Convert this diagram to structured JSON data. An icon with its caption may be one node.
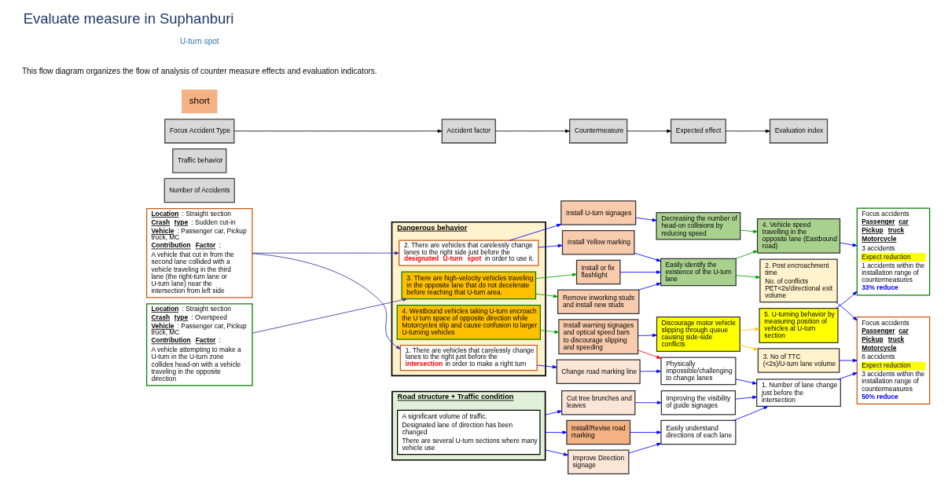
{
  "diagram": {
    "title": "Evaluate measure in Suphanburi",
    "nodes": [
      {
        "text": [
          "Focus Accident Type"
        ]
      },
      {
        "text": [
          "Accident factor"
        ]
      },
      {
        "text": [
          "Countermeasure"
        ]
      },
      {
        "text": [
          "Expected effect"
        ]
      },
      {
        "text": [
          "Evaluation index"
        ]
      },
      {
        "text": [
          "Traffic behavior"
        ]
      },
      {
        "text": [
          "Number of Accidents"
        ]
      },
      {
        "text": [
          "**Location**: Straight section",
          "**Crash type**: Sudden cut-in",
          "**Vehicle**: Passenger car, Pickup truck, MC",
          "**Contribution Factor**:",
          "A vehicle that cut in from the second lane collided with a vehicle traveling in the third lane (the right-turn lane or U-turn lane) near the intersection from left side"
        ]
      },
      {
        "text": [
          "**Location**: Straight section",
          "**Crash type**: Overspeed",
          "**Vehicle**: Passenger car, Pickup truck, MC",
          "**Contribution Factor**:",
          "A vehicle attempting to make a U-turn in the U-turn zone collides head-on with a vehicle traveling in the opposite direction"
        ]
      },
      {
        "text": [
          "Road structure + Traffic condition"
        ]
      },
      {
        "text": [
          "A significant volume of traffic.",
          "Designated lane of direction has been changed",
          "There are several U-turn sections where many vehicle use"
        ],
        "in": 9
      },
      {
        "text": [
          "Dangerous behavior"
        ]
      },
      {
        "text": [
          "1. There are vehicles that carelessly change lanes to the right just before the **intersection** in order to make a right turn"
        ],
        "in": 11
      },
      {
        "text": [
          "2. There are vehicles that carelessly change lanes to the right side just before the **designated U-turn spot** in order to use it."
        ],
        "in": 11
      },
      {
        "text": [
          "3. There are high-velocity vehicles traveling in the opposite lane that do not decelerate before reaching that U-turn area."
        ],
        "in": 11
      },
      {
        "text": [
          "4. Westbound vehicles taking U-turn encroach the U turn space of opposite direction while Motorcycles slip and cause confusion to larger U-turning vehicles"
        ],
        "in": 11
      },
      {
        "text": [
          "Improve Direction signage"
        ]
      },
      {
        "text": [
          "Install/Revise road marking"
        ]
      },
      {
        "text": [
          "Cut tree brunches  and leaves"
        ]
      },
      {
        "text": [
          "Change road marking line"
        ]
      },
      {
        "text": [
          "Install Yellow marking"
        ]
      },
      {
        "text": [
          "Install or fix flashlight"
        ]
      },
      {
        "text": [
          "Remove inworking studs and install new studs"
        ]
      },
      {
        "text": [
          "Install U-turn signages"
        ]
      },
      {
        "text": [
          "Install warning signages and optical speed bars to discourage slipping and speeding"
        ]
      },
      {
        "text": [
          "Easily understand directions of each lane"
        ]
      },
      {
        "text": [
          "Improving the visibility of guide signages"
        ]
      },
      {
        "text": [
          "Physically impossible/challenging to change lanes"
        ]
      },
      {
        "text": [
          "Easily identify the existence of the U-turn lane"
        ]
      },
      {
        "text": [
          "Decreasing the number of head-on collisions by reducing speed"
        ]
      },
      {
        "text": [
          "Discourage motor vehicle slipping through queue causing side-side conflicts"
        ]
      },
      {
        "text": [
          "1. Number of lane change just before the intersection"
        ]
      },
      {
        "text": [
          "2. Post encroachment time",
          "No. of conflicts PET<2s/directional exit volume"
        ]
      },
      {
        "text": [
          "3. No of TTC (<2s)/U-turn lane volume"
        ]
      },
      {
        "text": [
          "4. Vehicle speed travelling in the opposite lane (Eastbound road)"
        ]
      },
      {
        "text": [
          "5. U-turning behavior by measuring position of vehicles at U-turn section"
        ]
      },
      {
        "text": [
          "Focus accidents",
          "**Passenger car**",
          "**Pickup truck**",
          "**Motorcycle**",
          "6 accidents",
          "Expect reduction",
          "3 accidents within the installation range of countermeasures",
          "50% reduce"
        ]
      },
      {
        "text": [
          "Focus accidents",
          "**Passenger car**",
          "**Pickup truck**",
          "**Motorcycle**",
          "3 accidents",
          "Expect reduction",
          "1 accidents within the installation range of countermeasures",
          "33% reduce"
        ]
      }
    ],
    "edges": [
      {
        "from": 0,
        "to": 1,
        "arrow": "to",
        "color": "#000000"
      },
      {
        "from": 1,
        "to": 2,
        "arrow": "to",
        "color": "#000000"
      },
      {
        "from": 2,
        "to": 3,
        "arrow": "to",
        "color": "#000000"
      },
      {
        "from": 3,
        "to": 4,
        "arrow": "to",
        "color": "#000000"
      },
      {
        "from": 7,
        "to": 12,
        "arrow": "to",
        "color": "#333399"
      },
      {
        "from": 7,
        "to": 13,
        "arrow": "to",
        "color": "#333399"
      },
      {
        "from": 8,
        "to": 14,
        "arrow": "to",
        "color": "#333399"
      },
      {
        "from": 9,
        "to": 16,
        "arrow": "to"
      },
      {
        "from": 9,
        "to": 17,
        "arrow": "to"
      },
      {
        "from": 9,
        "to": 18,
        "arrow": "to"
      },
      {
        "from": 12,
        "to": 19,
        "arrow": "to"
      },
      {
        "from": 13,
        "to": 20,
        "arrow": "to"
      },
      {
        "from": 13,
        "to": 23,
        "arrow": "to"
      },
      {
        "from": 14,
        "to": 21,
        "arrow": "to",
        "color": "#00a000"
      },
      {
        "from": 14,
        "to": 22,
        "arrow": "to",
        "color": "#00a000"
      },
      {
        "from": 15,
        "to": 24,
        "arrow": "to",
        "color": "#00a000"
      },
      {
        "from": 16,
        "to": 25,
        "arrow": "to"
      },
      {
        "from": 17,
        "to": 25,
        "arrow": "to"
      },
      {
        "from": 18,
        "to": 26,
        "arrow": "to"
      },
      {
        "from": 19,
        "to": 27,
        "arrow": "to"
      },
      {
        "from": 24,
        "to": 27,
        "arrow": "to",
        "color": "#ff0000"
      },
      {
        "from": 20,
        "to": 28,
        "arrow": "to"
      },
      {
        "from": 21,
        "to": 28,
        "arrow": "to"
      },
      {
        "from": 22,
        "to": 28,
        "arrow": "to"
      },
      {
        "from": 23,
        "to": 29,
        "arrow": "to"
      },
      {
        "from": 24,
        "to": 30,
        "arrow": "to"
      },
      {
        "from": 25,
        "to": 31,
        "arrow": "to"
      },
      {
        "from": 26,
        "to": 31,
        "arrow": "to"
      },
      {
        "from": 27,
        "to": 31,
        "arrow": "to"
      },
      {
        "from": 28,
        "to": 32,
        "arrow": "to",
        "color": "#00a000"
      },
      {
        "from": 28,
        "to": 34,
        "arrow": "to",
        "color": "#00a000"
      },
      {
        "from": 29,
        "to": 34,
        "arrow": "to",
        "color": "#00a000"
      },
      {
        "from": 30,
        "to": 33,
        "arrow": "to",
        "color": "#ffc000"
      },
      {
        "from": 30,
        "to": 35,
        "arrow": "to",
        "color": "#ffc000"
      },
      {
        "from": 31,
        "to": 36,
        "arrow": "to"
      },
      {
        "from": 32,
        "to": 36,
        "arrow": "to"
      },
      {
        "from": 33,
        "to": 36,
        "arrow": "to"
      },
      {
        "from": 34,
        "to": 37,
        "arrow": "to"
      },
      {
        "from": 35,
        "to": 37,
        "arrow": "to"
      }
    ],
    "labels": [
      "short",
      "This flow diagram organizes the flow of analysis of counter measure effects and evaluation indicators.",
      "U-turn spot"
    ]
  }
}
